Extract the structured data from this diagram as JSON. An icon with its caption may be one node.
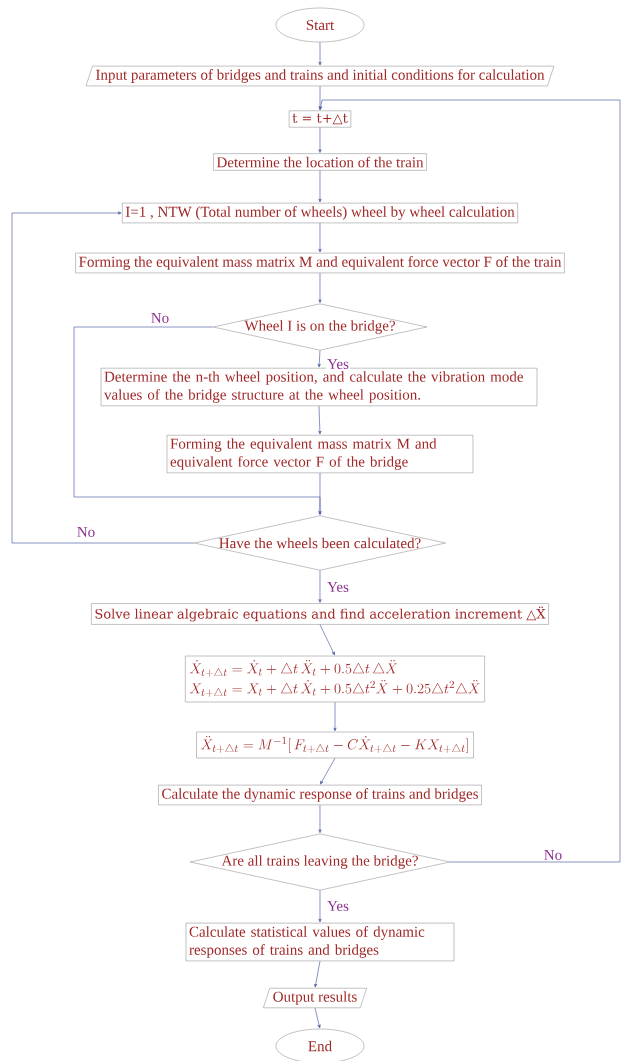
{
  "diagram": {
    "nodes": [
      {
        "text": [
          "Start"
        ]
      },
      {
        "text": [
          "Input parameters of bridges and trains and initial conditions for calculation"
        ]
      },
      {
        "text": [
          "t = t+△t"
        ]
      },
      {
        "text": [
          "Determine the location of the train"
        ]
      },
      {
        "text": [
          "I=1 , NTW (Total number of wheels) wheel by wheel calculation"
        ]
      },
      {
        "text": [
          "Forming the equivalent mass matrix M and equivalent force vector F of the train"
        ]
      },
      {
        "text": [
          "Wheel I is on the bridge?"
        ]
      },
      {
        "text": [
          "Determine the n-th wheel position, and calculate the vibration mode values of the bridge structure at the wheel position."
        ]
      },
      {
        "text": [
          "Forming the equivalent mass matrix M and equivalent force vector F of the bridge"
        ]
      },
      {
        "text": [
          "Have the wheels been calculated?"
        ]
      },
      {
        "text": [
          "Solve linear algebraic equations and find acceleration increment △Ẍ"
        ]
      },
      {
        "text": [
          "\\dot{X}_{t+\\triangle t}=\\dot{X}_t+\\triangle t\\,\\ddot{X}_t+0.5\\triangle t\\,\\triangle\\ddot{X}",
          "X_{t+\\triangle t}=X_t+\\triangle t\\,\\dot{X}_t+0.5\\triangle t^2\\ddot{X}+0.25\\triangle t^2\\triangle\\ddot{X}"
        ]
      },
      {
        "text": [
          "\\ddot{X}_{t+\\triangle t}=M^{-1}[\\,F_{t+\\triangle t}-C\\dot{X}_{t+\\triangle t}-KX_{t+\\triangle t}]"
        ]
      },
      {
        "text": [
          "Calculate the dynamic response of trains and bridges"
        ]
      },
      {
        "text": [
          "Are all trains leaving the bridge?"
        ]
      },
      {
        "text": [
          "Calculate statistical values of dynamic responses of trains and bridges"
        ]
      },
      {
        "text": [
          "Output results"
        ]
      },
      {
        "text": [
          "End"
        ]
      }
    ],
    "edges": [
      {
        "from": 0,
        "to": 1,
        "arrow": "to"
      },
      {
        "from": 1,
        "to": 2,
        "arrow": "to"
      },
      {
        "from": 2,
        "to": 3,
        "arrow": "to"
      },
      {
        "from": 3,
        "to": 4,
        "arrow": "to"
      },
      {
        "from": 4,
        "to": 5,
        "arrow": "to"
      },
      {
        "from": 5,
        "to": 6,
        "arrow": "to"
      },
      {
        "from": 6,
        "to": 7,
        "arrow": "to",
        "label": "Yes"
      },
      {
        "from": 7,
        "to": 8,
        "arrow": "to"
      },
      {
        "from": 8,
        "to": 9,
        "arrow": "to"
      },
      {
        "from": 6,
        "to": 9,
        "arrow": "to",
        "label": "No"
      },
      {
        "from": 9,
        "to": 4,
        "arrow": "to",
        "label": "No"
      },
      {
        "from": 9,
        "to": 10,
        "arrow": "to",
        "label": "Yes"
      },
      {
        "from": 10,
        "to": 11,
        "arrow": "to"
      },
      {
        "from": 11,
        "to": 12,
        "arrow": "to"
      },
      {
        "from": 12,
        "to": 13,
        "arrow": "to"
      },
      {
        "from": 13,
        "to": 14,
        "arrow": "to"
      },
      {
        "from": 14,
        "to": 15,
        "arrow": "to",
        "label": "Yes"
      },
      {
        "from": 14,
        "to": 2,
        "arrow": "to",
        "label": "No"
      },
      {
        "from": 15,
        "to": 16,
        "arrow": "to"
      },
      {
        "from": 16,
        "to": 17,
        "arrow": "to"
      }
    ]
  }
}
